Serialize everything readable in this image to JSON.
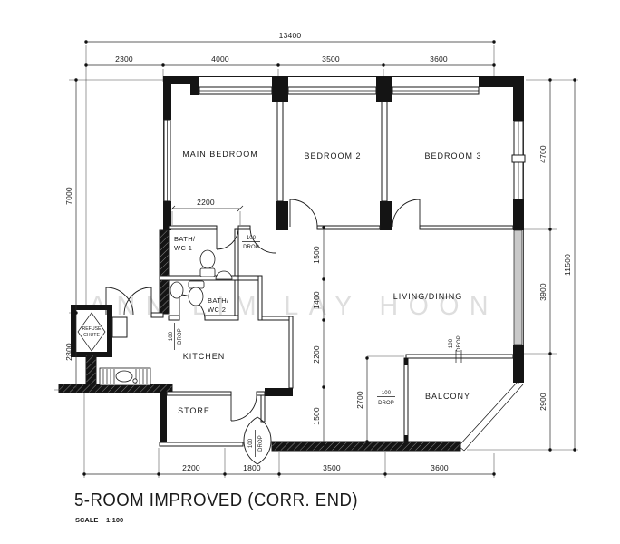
{
  "title": {
    "main": "5-ROOM IMPROVED (CORR. END)",
    "scale_label": "SCALE",
    "scale_value": "1:100"
  },
  "watermark": "ANN LIM LAY HOON",
  "rooms": {
    "main_bedroom": "MAIN BEDROOM",
    "bedroom_2": "BEDROOM 2",
    "bedroom_3": "BEDROOM 3",
    "living_dining": "LIVING/DINING",
    "kitchen": "KITCHEN",
    "store": "STORE",
    "balcony": "BALCONY",
    "bath_wc_1_l1": "BATH/",
    "bath_wc_1_l2": "WC 1",
    "bath_wc_2_l1": "BATH/",
    "bath_wc_2_l2": "WC 2",
    "refuse_chute_l1": "REFUSE",
    "refuse_chute_l2": "CHUTE"
  },
  "dimensions": {
    "top_total": "13400",
    "top_segments": [
      "2300",
      "4000",
      "3500",
      "3600"
    ],
    "left_segments": [
      "7000",
      "2800"
    ],
    "right_segments": [
      "4700",
      "3900",
      "2900"
    ],
    "right_total": "11500",
    "bottom_segments": [
      "2200",
      "1800",
      "3500",
      "3600"
    ],
    "corridor_segments": [
      "1500",
      "1400",
      "2200",
      "1500"
    ],
    "bath_width": "2200",
    "balcony_depth": "2700"
  },
  "annotations": {
    "drop_value": "100",
    "drop_label": "DROP"
  },
  "colors": {
    "ink": "#1a1a1a",
    "wall_fill": "#141414",
    "window_gray": "#c9c9c9",
    "watermark": "#dedede",
    "background": "#ffffff"
  }
}
